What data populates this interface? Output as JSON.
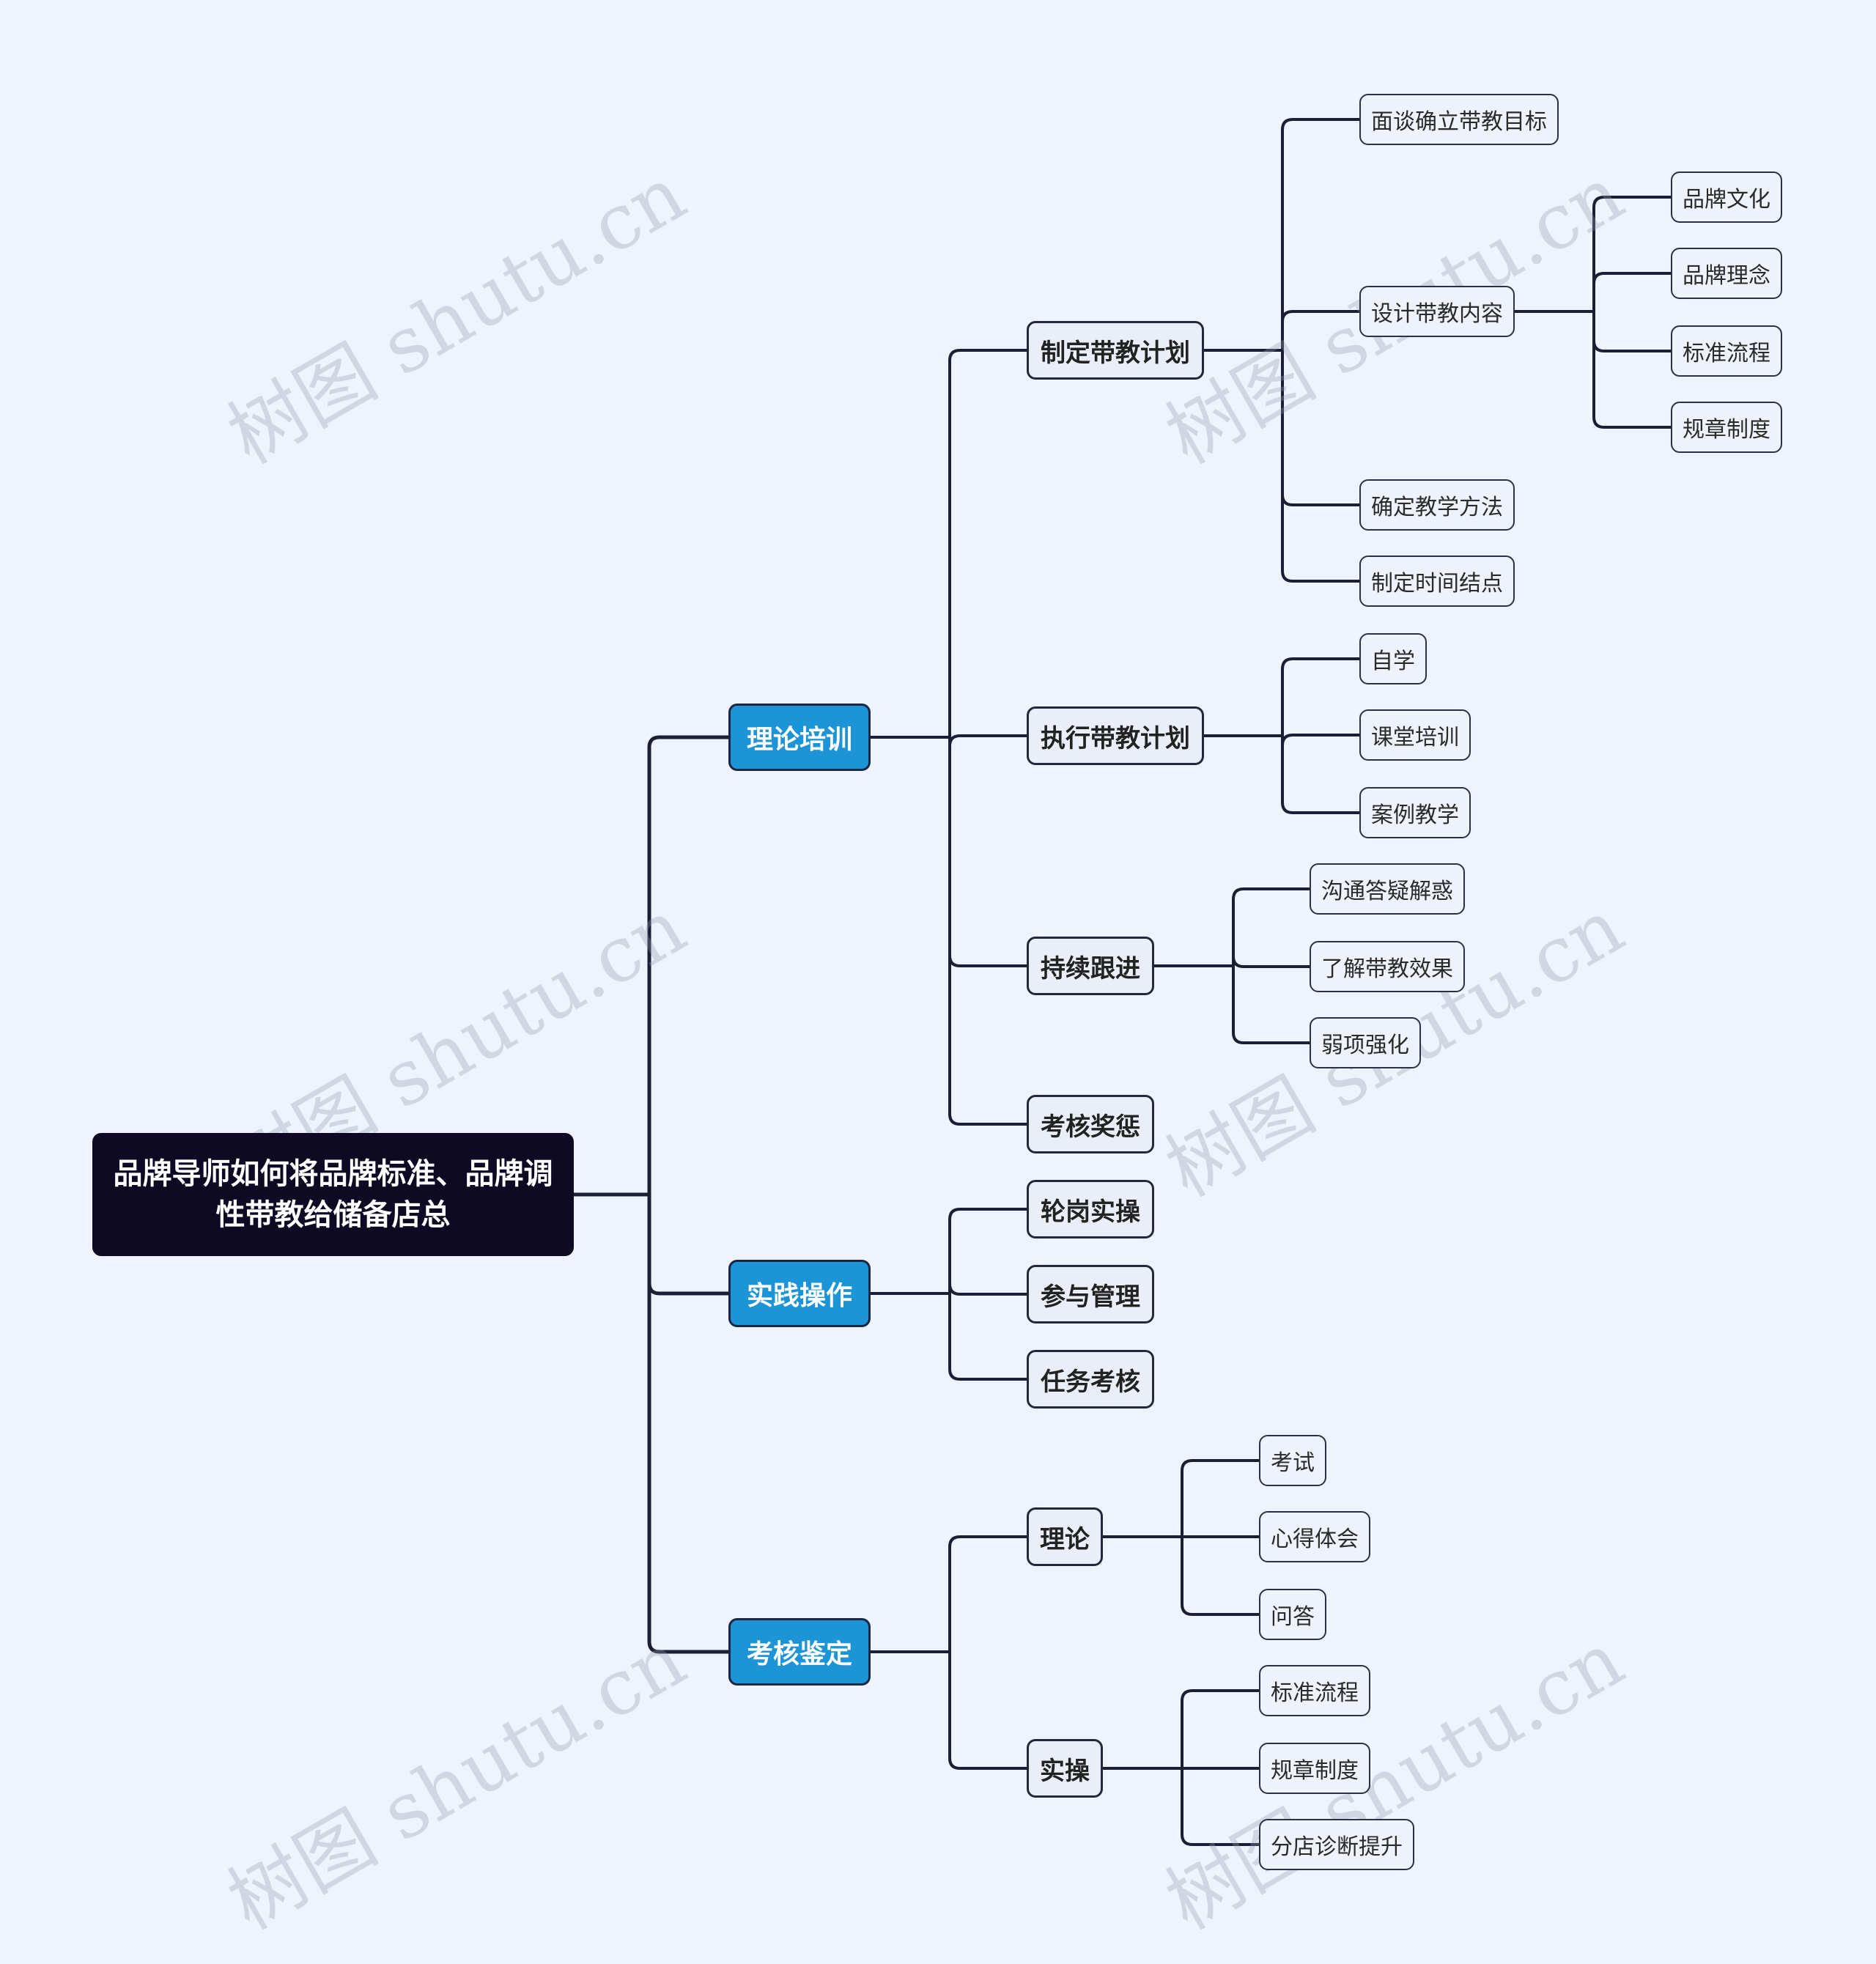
{
  "root": {
    "label": "品牌导师如何将品牌标准、品牌调性带教给储备店总"
  },
  "branches": {
    "theory": {
      "label": "理论培训",
      "plan": {
        "label": "制定带教计划",
        "goal": "面谈确立带教目标",
        "content": {
          "label": "设计带教内容",
          "items": [
            "品牌文化",
            "品牌理念",
            "标准流程",
            "规章制度"
          ]
        },
        "method": "确定教学方法",
        "timeline": "制定时间结点"
      },
      "execute": {
        "label": "执行带教计划",
        "items": [
          "自学",
          "课堂培训",
          "案例教学"
        ]
      },
      "followup": {
        "label": "持续跟进",
        "items": [
          "沟通答疑解惑",
          "了解带教效果",
          "弱项强化"
        ]
      },
      "reward": {
        "label": "考核奖惩"
      }
    },
    "practice": {
      "label": "实践操作",
      "items": [
        "轮岗实操",
        "参与管理",
        "任务考核"
      ]
    },
    "assess": {
      "label": "考核鉴定",
      "theory": {
        "label": "理论",
        "items": [
          "考试",
          "心得体会",
          "问答"
        ]
      },
      "practical": {
        "label": "实操",
        "items": [
          "标准流程",
          "规章制度",
          "分店诊断提升"
        ]
      }
    }
  },
  "watermark": "树图 shutu.cn",
  "colors": {
    "background": "#eef3fd",
    "root": "#0f0a24",
    "level1": "#1d94d5",
    "line": "#1c1f33"
  }
}
